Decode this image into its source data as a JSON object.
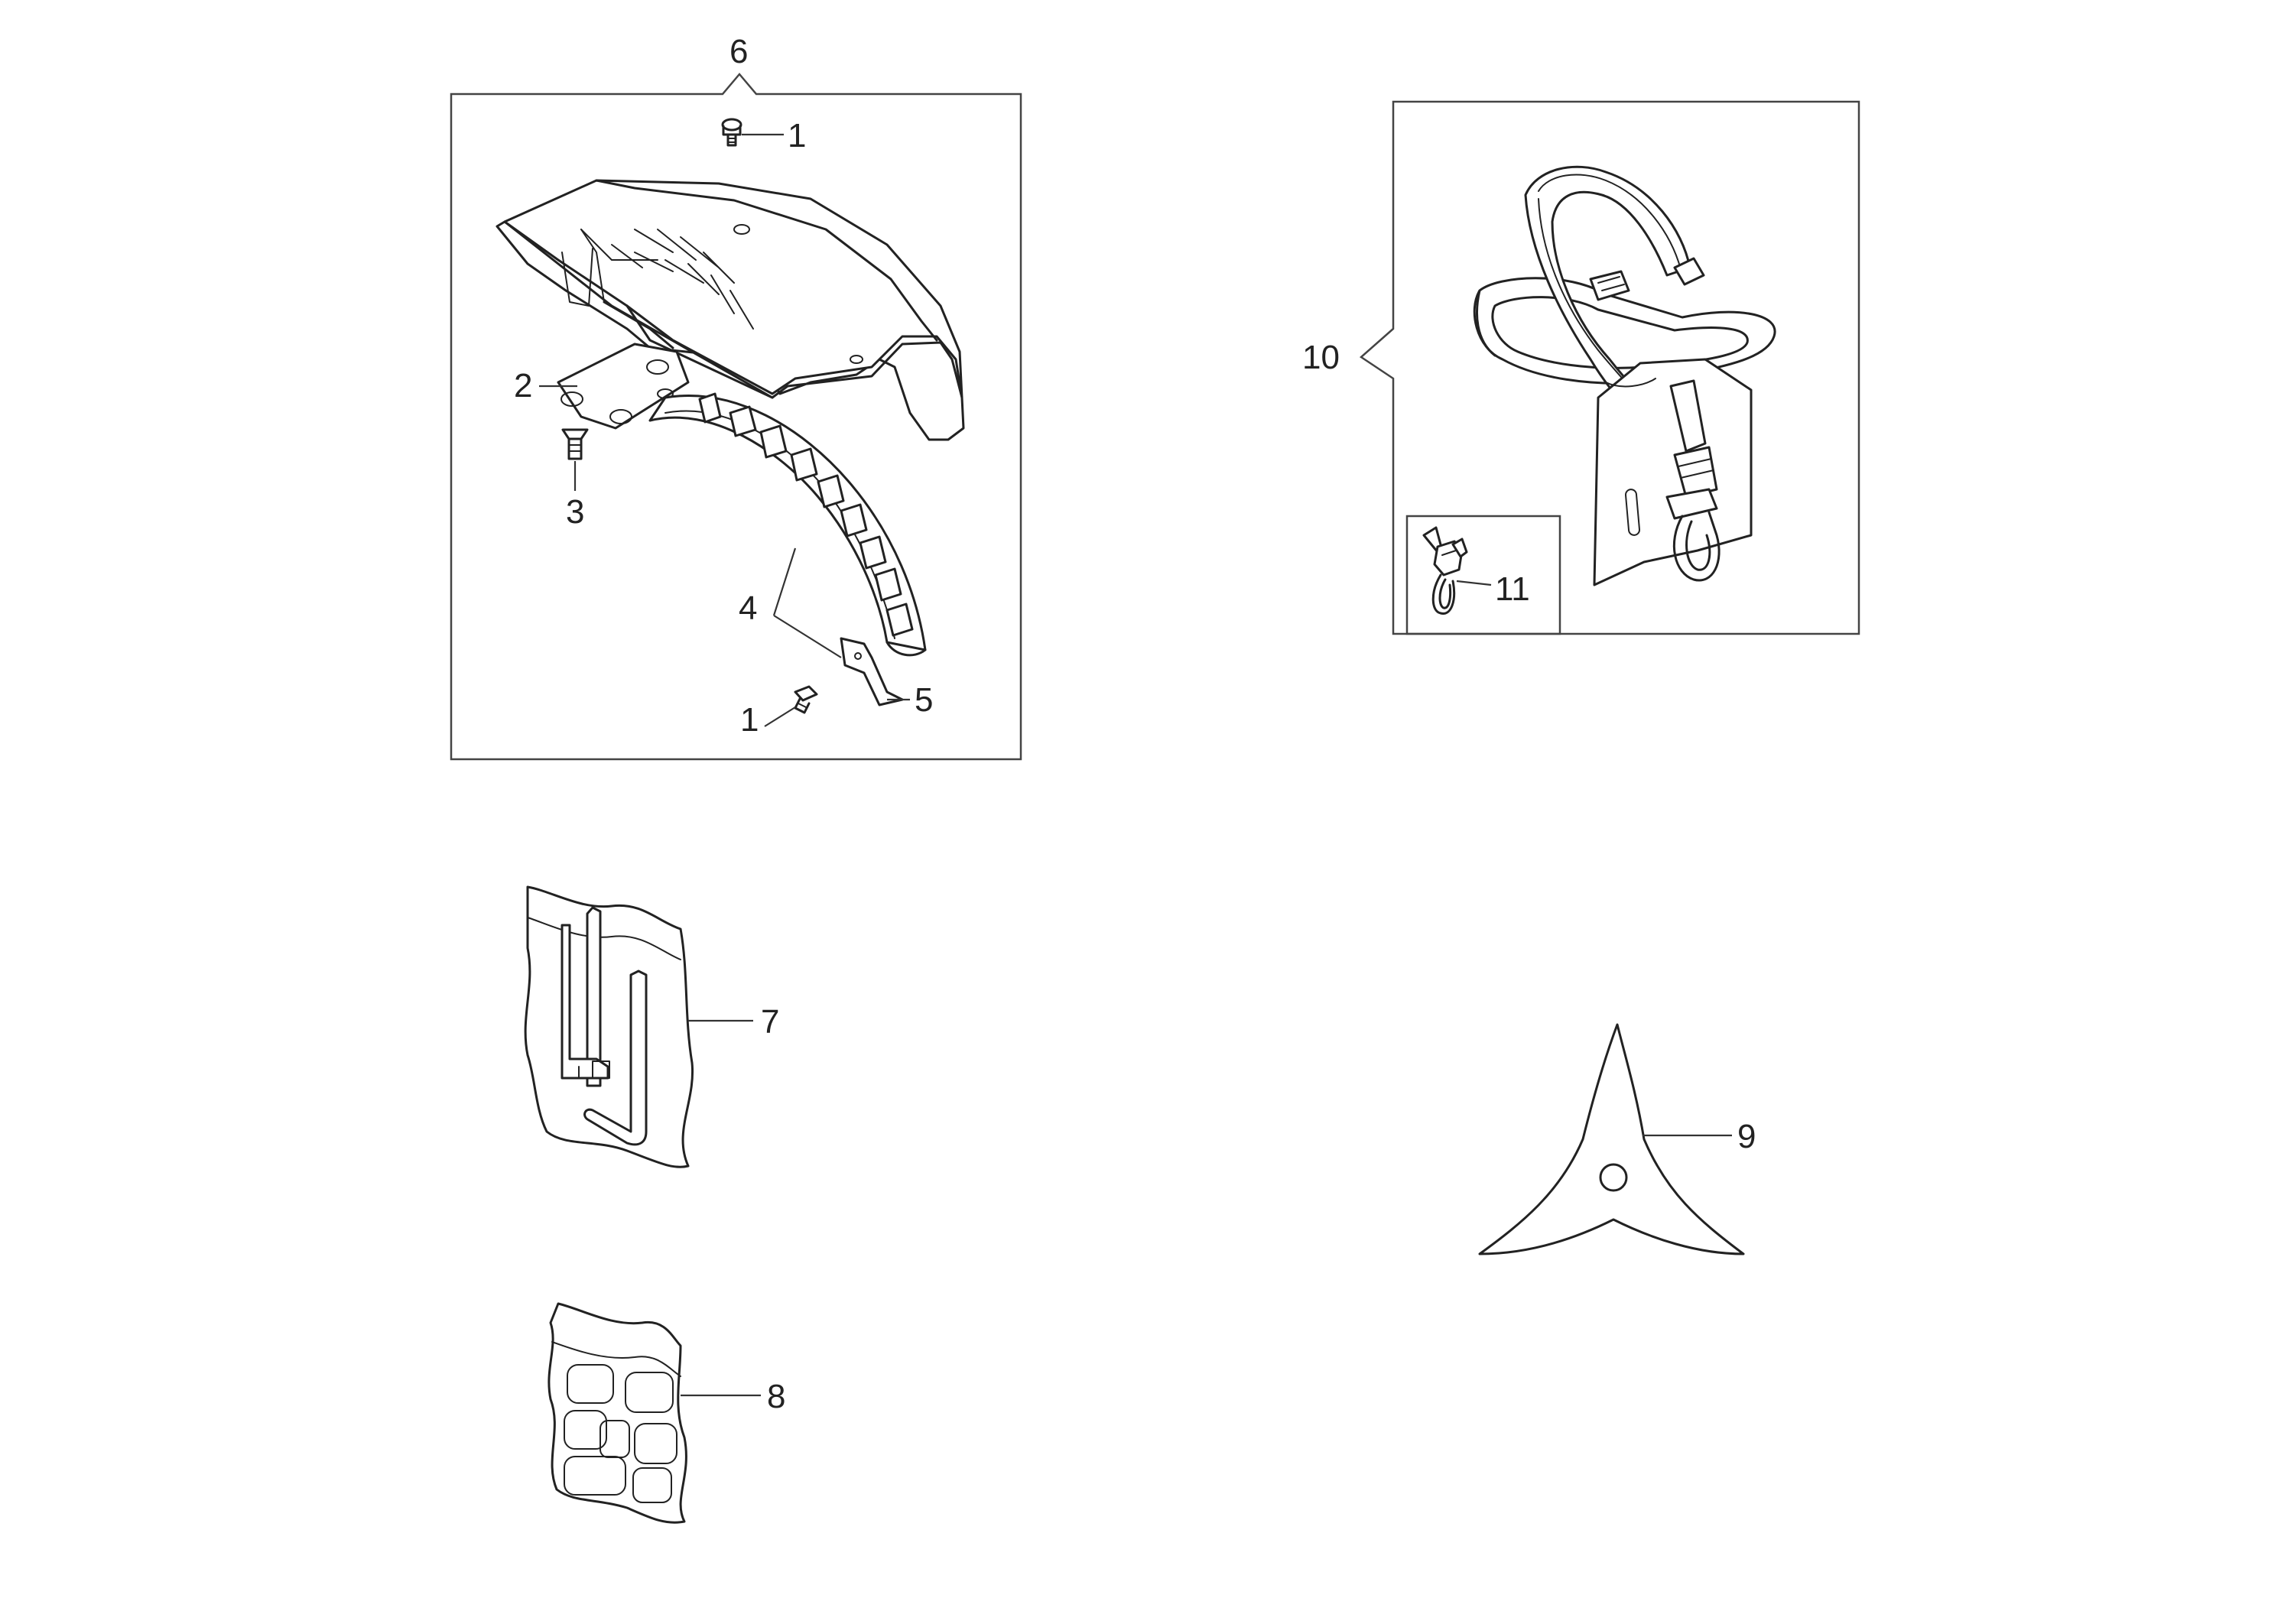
{
  "diagram": {
    "callouts": {
      "kit_guard": "6",
      "screw_top": "1",
      "bracket": "2",
      "screw_flat": "3",
      "blade_holder": "4",
      "cutter_plate": "5",
      "screw_bottom": "1",
      "tool_kit": "7",
      "decal_sheet": "8",
      "blade": "9",
      "harness": "10",
      "hook": "11"
    }
  }
}
